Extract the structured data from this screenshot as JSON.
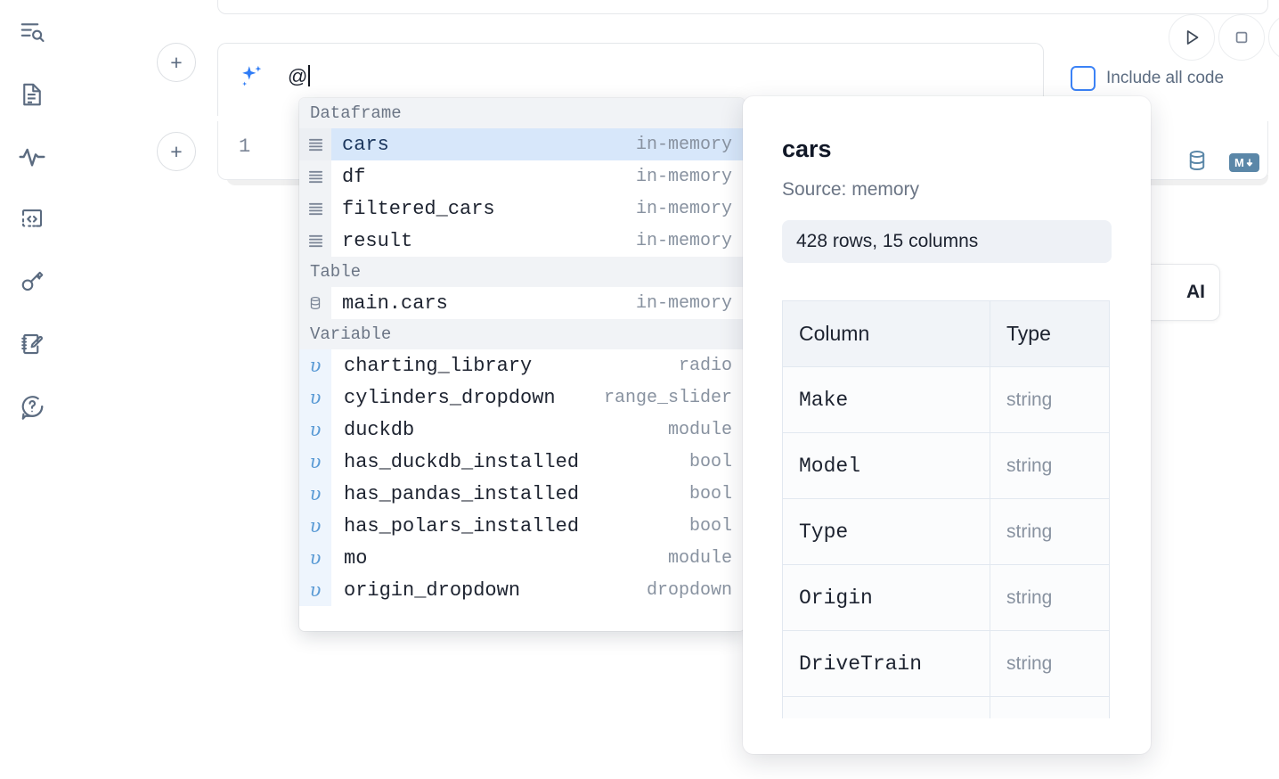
{
  "sidebar": {
    "items": [
      {
        "name": "explore-search-icon",
        "label": "Explore"
      },
      {
        "name": "notebook-file-icon",
        "label": "Notebook"
      },
      {
        "name": "activity-pulse-icon",
        "label": "Activity"
      },
      {
        "name": "code-snippets-icon",
        "label": "Snippets"
      },
      {
        "name": "secrets-key-icon",
        "label": "Secrets"
      },
      {
        "name": "scratchpad-edit-icon",
        "label": "Scratchpad"
      },
      {
        "name": "help-question-icon",
        "label": "Help"
      }
    ]
  },
  "toolbar": {
    "add_cell_label": "+",
    "run_label": "Run",
    "stop_label": "Stop",
    "include_all_code_label": "Include all code",
    "include_all_code_checked": false
  },
  "ai_prompt": {
    "value": "@",
    "sparkle_icon": "sparkle-icon"
  },
  "code_cell": {
    "line_number": "1",
    "database_icon": "database-icon",
    "markdown_icon": "markdown-icon",
    "markdown_badge_text": "M"
  },
  "ai_chip": {
    "label": "AI"
  },
  "autocomplete": {
    "groups": [
      {
        "label": "Dataframe",
        "icon": "dataframe-rows-icon",
        "items": [
          {
            "name": "cars",
            "type": "in-memory",
            "selected": true
          },
          {
            "name": "df",
            "type": "in-memory",
            "selected": false
          },
          {
            "name": "filtered_cars",
            "type": "in-memory",
            "selected": false
          },
          {
            "name": "result",
            "type": "in-memory",
            "selected": false
          }
        ]
      },
      {
        "label": "Table",
        "icon": "database-icon",
        "items": [
          {
            "name": "main.cars",
            "type": "in-memory",
            "selected": false
          }
        ]
      },
      {
        "label": "Variable",
        "icon": "variable-icon",
        "items": [
          {
            "name": "charting_library",
            "type": "radio",
            "selected": false
          },
          {
            "name": "cylinders_dropdown",
            "type": "range_slider",
            "selected": false
          },
          {
            "name": "duckdb",
            "type": "module",
            "selected": false
          },
          {
            "name": "has_duckdb_installed",
            "type": "bool",
            "selected": false
          },
          {
            "name": "has_pandas_installed",
            "type": "bool",
            "selected": false
          },
          {
            "name": "has_polars_installed",
            "type": "bool",
            "selected": false
          },
          {
            "name": "mo",
            "type": "module",
            "selected": false
          },
          {
            "name": "origin_dropdown",
            "type": "dropdown",
            "selected": false
          }
        ]
      }
    ]
  },
  "preview": {
    "title": "cars",
    "source": "Source: memory",
    "shape": "428 rows, 15 columns",
    "columns_header": "Column",
    "type_header": "Type",
    "rows": [
      {
        "column": "Make",
        "type": "string"
      },
      {
        "column": "Model",
        "type": "string"
      },
      {
        "column": "Type",
        "type": "string"
      },
      {
        "column": "Origin",
        "type": "string"
      },
      {
        "column": "DriveTrain",
        "type": "string"
      }
    ]
  },
  "colors": {
    "accent_blue": "#3b82f6",
    "selection_blue": "#d7e7fa",
    "variable_blue": "#5b9bd5",
    "muted_text": "#8892a0",
    "icon_slate": "#5b6b80",
    "badge_blue": "#5b87a8"
  }
}
